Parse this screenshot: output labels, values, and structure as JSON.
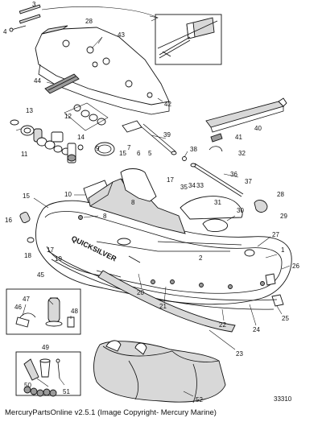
{
  "footer": {
    "credit": "MercuryPartsOnline v2.5.1 (Image Copyright- Mercury Marine)",
    "figure_number": "33310"
  },
  "brand_on_tube": "QUICKSILVER",
  "callouts": [
    {
      "label": "3"
    },
    {
      "label": "4"
    },
    {
      "label": "28"
    },
    {
      "label": "43"
    },
    {
      "label": "44"
    },
    {
      "label": "42"
    },
    {
      "label": "13"
    },
    {
      "label": "12"
    },
    {
      "label": "11"
    },
    {
      "label": "14"
    },
    {
      "label": "9"
    },
    {
      "label": "15"
    },
    {
      "label": "39"
    },
    {
      "label": "40"
    },
    {
      "label": "38"
    },
    {
      "label": "41"
    },
    {
      "label": "32"
    },
    {
      "label": "10"
    },
    {
      "label": "7"
    },
    {
      "label": "6"
    },
    {
      "label": "5"
    },
    {
      "label": "17"
    },
    {
      "label": "35"
    },
    {
      "label": "34"
    },
    {
      "label": "33"
    },
    {
      "label": "31"
    },
    {
      "label": "36"
    },
    {
      "label": "37"
    },
    {
      "label": "8"
    },
    {
      "label": "8"
    },
    {
      "label": "15"
    },
    {
      "label": "16"
    },
    {
      "label": "30"
    },
    {
      "label": "28"
    },
    {
      "label": "29"
    },
    {
      "label": "27"
    },
    {
      "label": "17"
    },
    {
      "label": "19"
    },
    {
      "label": "18"
    },
    {
      "label": "1"
    },
    {
      "label": "2"
    },
    {
      "label": "26"
    },
    {
      "label": "20"
    },
    {
      "label": "21"
    },
    {
      "label": "45"
    },
    {
      "label": "47"
    },
    {
      "label": "46"
    },
    {
      "label": "48"
    },
    {
      "label": "22"
    },
    {
      "label": "25"
    },
    {
      "label": "24"
    },
    {
      "label": "23"
    },
    {
      "label": "49"
    },
    {
      "label": "50"
    },
    {
      "label": "51"
    },
    {
      "label": "52"
    }
  ]
}
